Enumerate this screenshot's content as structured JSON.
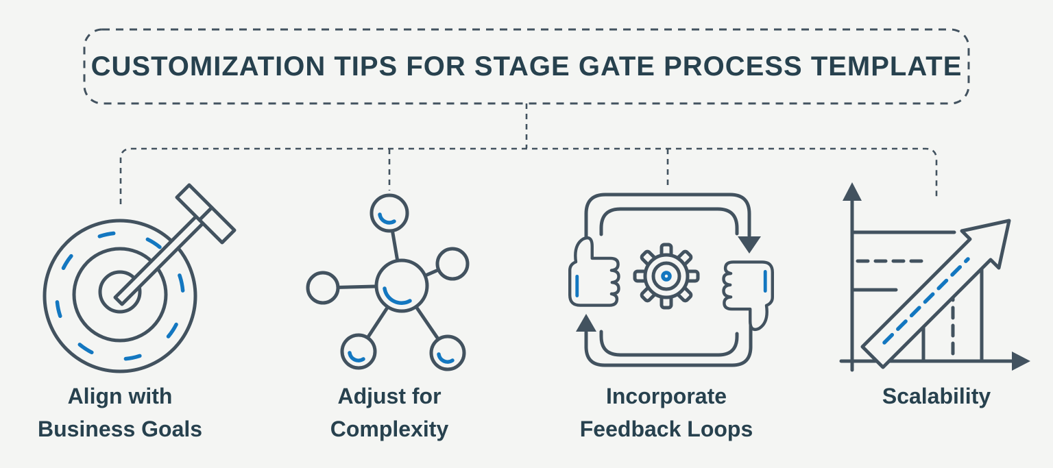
{
  "title": "CUSTOMIZATION TIPS FOR STAGE GATE PROCESS TEMPLATE",
  "colors": {
    "background": "#f4f5f3",
    "line": "#42525f",
    "text": "#27414e",
    "accent": "#1377c0"
  },
  "items": [
    {
      "icon": "target-arrow-icon",
      "label": "Align with\nBusiness Goals"
    },
    {
      "icon": "network-icon",
      "label": "Adjust for\nComplexity"
    },
    {
      "icon": "feedback-loop-icon",
      "label": "Incorporate\nFeedback Loops"
    },
    {
      "icon": "growth-chart-icon",
      "label": "Scalability"
    }
  ]
}
